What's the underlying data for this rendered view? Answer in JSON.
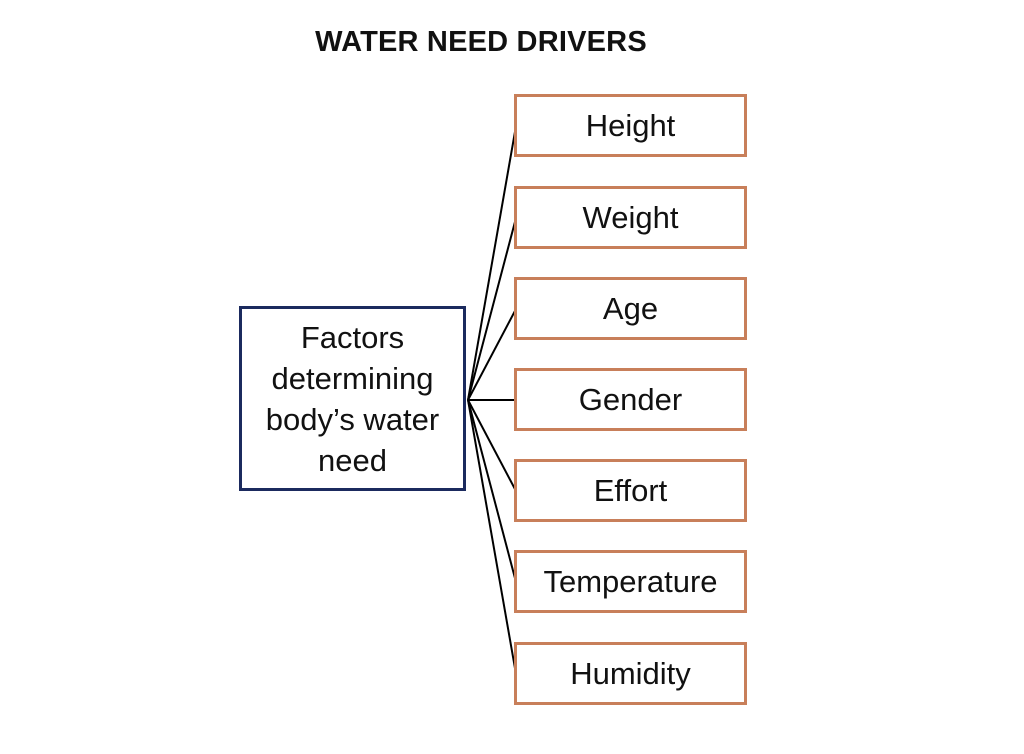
{
  "title": "WATER NEED DRIVERS",
  "central": {
    "label": "Factors determining body’s water need",
    "border_color": "#1b2a5e"
  },
  "factors": [
    {
      "label": "Height"
    },
    {
      "label": "Weight"
    },
    {
      "label": "Age"
    },
    {
      "label": "Gender"
    },
    {
      "label": "Effort"
    },
    {
      "label": "Temperature"
    },
    {
      "label": "Humidity"
    }
  ],
  "factor_border_color": "#c87f5a",
  "connector_color": "#000000"
}
